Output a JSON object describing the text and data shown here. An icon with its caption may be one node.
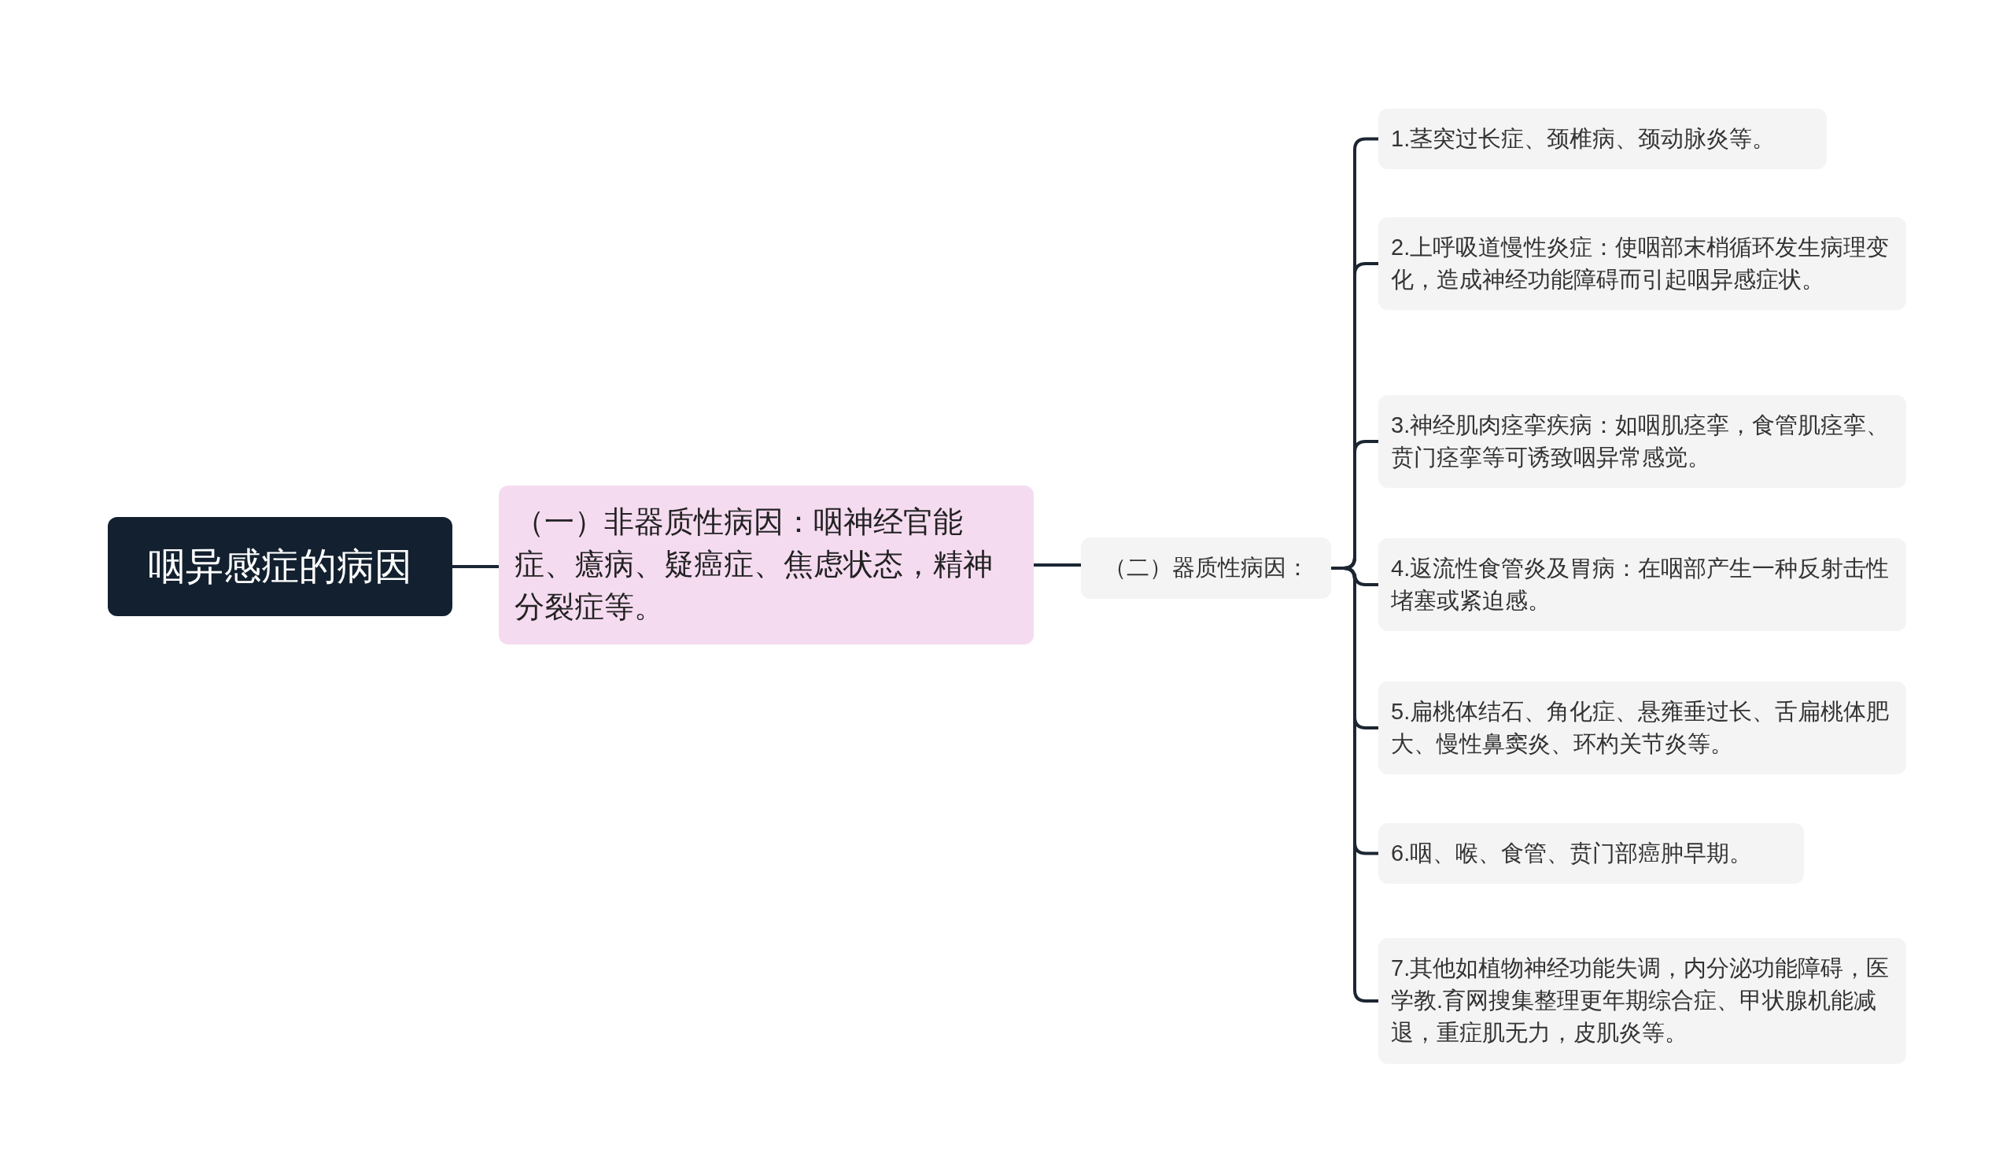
{
  "diagram": {
    "nodes": [
      {
        "text": [
          "咽异感症的病因"
        ]
      },
      {
        "text": [
          "（一）非器质性病因：咽神经官能症、癔病、疑癌症、焦虑状态，精神分裂症等。"
        ]
      },
      {
        "text": [
          "（二）器质性病因："
        ]
      },
      {
        "text": [
          "1.茎突过长症、颈椎病、颈动脉炎等。"
        ]
      },
      {
        "text": [
          "2.上呼吸道慢性炎症：使咽部末梢循环发生病理变化，造成神经功能障碍而引起咽异感症状。"
        ]
      },
      {
        "text": [
          "3.神经肌肉痉挛疾病：如咽肌痉挛，食管肌痉挛、贲门痉挛等可诱致咽异常感觉。"
        ]
      },
      {
        "text": [
          "4.返流性食管炎及胃病：在咽部产生一种反射击性堵塞或紧迫感。"
        ]
      },
      {
        "text": [
          "5.扁桃体结石、角化症、悬雍垂过长、舌扁桃体肥大、慢性鼻窦炎、环杓关节炎等。"
        ]
      },
      {
        "text": [
          "6.咽、喉、食管、贲门部癌肿早期。"
        ]
      },
      {
        "text": [
          "7.其他如植物神经功能失调，内分泌功能障碍，医学教.育网搜集整理更年期综合症、甲状腺机能减退，重症肌无力，皮肌炎等。"
        ]
      }
    ],
    "edges": [
      {
        "from": 0,
        "to": 1,
        "arrow": "none"
      },
      {
        "from": 1,
        "to": 2,
        "arrow": "none"
      },
      {
        "from": 2,
        "to": 3,
        "arrow": "none"
      },
      {
        "from": 2,
        "to": 4,
        "arrow": "none"
      },
      {
        "from": 2,
        "to": 5,
        "arrow": "none"
      },
      {
        "from": 2,
        "to": 6,
        "arrow": "none"
      },
      {
        "from": 2,
        "to": 7,
        "arrow": "none"
      },
      {
        "from": 2,
        "to": 8,
        "arrow": "none"
      },
      {
        "from": 2,
        "to": 9,
        "arrow": "none"
      }
    ]
  }
}
